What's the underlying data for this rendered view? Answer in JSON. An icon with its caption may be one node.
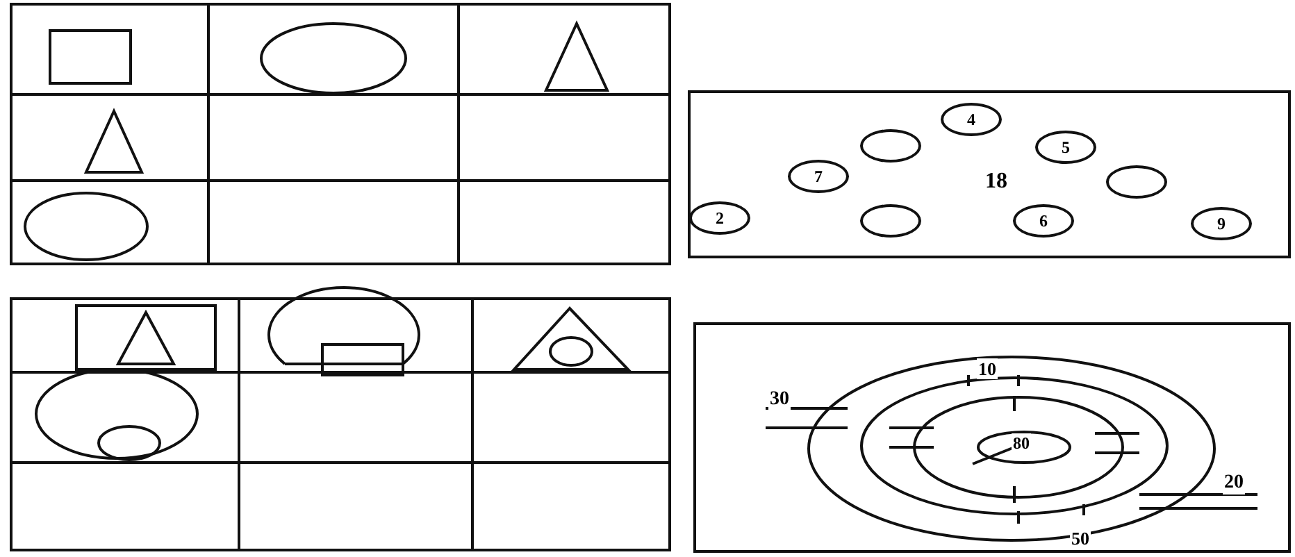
{
  "diagram": {
    "nodes": [
      {
        "text": [
          "4"
        ]
      },
      {
        "text": [],
        "shape": "circle"
      },
      {
        "text": [
          "5"
        ]
      },
      {
        "text": [
          "7"
        ]
      },
      {
        "text": [],
        "shape": "circle"
      },
      {
        "text": [
          "2"
        ]
      },
      {
        "text": [],
        "shape": "circle"
      },
      {
        "text": [
          "6"
        ]
      },
      {
        "text": [
          "9"
        ]
      }
    ],
    "edges": [],
    "labels": [
      "18",
      "10",
      "30",
      "80",
      "20",
      "50"
    ]
  }
}
